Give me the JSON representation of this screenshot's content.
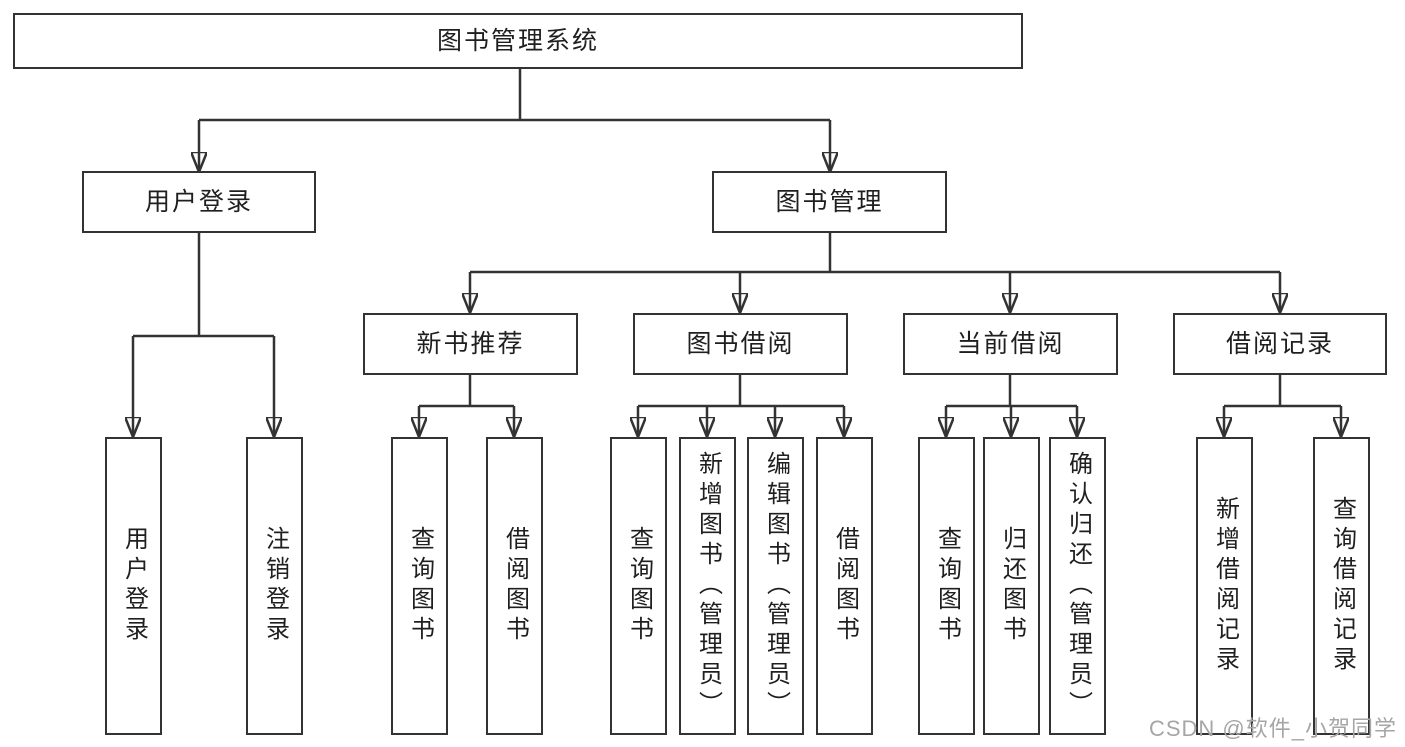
{
  "diagram": {
    "root": "图书管理系统",
    "level2": {
      "user_login": "用户登录",
      "book_mgmt": "图书管理"
    },
    "level3": {
      "new_book": "新书推荐",
      "book_borrow": "图书借阅",
      "current_borrow": "当前借阅",
      "borrow_record": "借阅记录"
    },
    "leaves": {
      "user_login": [
        "用户登录",
        "注销登录"
      ],
      "new_book": [
        "查询图书",
        "借阅图书"
      ],
      "book_borrow": [
        "查询图书",
        "新增图书（管理员）",
        "编辑图书（管理员）",
        "借阅图书"
      ],
      "current_borrow": [
        "查询图书",
        "归还图书",
        "确认归还（管理员）"
      ],
      "borrow_record": [
        "新增借阅记录",
        "查询借阅记录"
      ]
    }
  },
  "watermark": "CSDN @软件_小贺同学",
  "colors": {
    "line": "#333333",
    "text": "#1f1f1f",
    "watermark": "#a6a6a6",
    "background": "#ffffff"
  }
}
